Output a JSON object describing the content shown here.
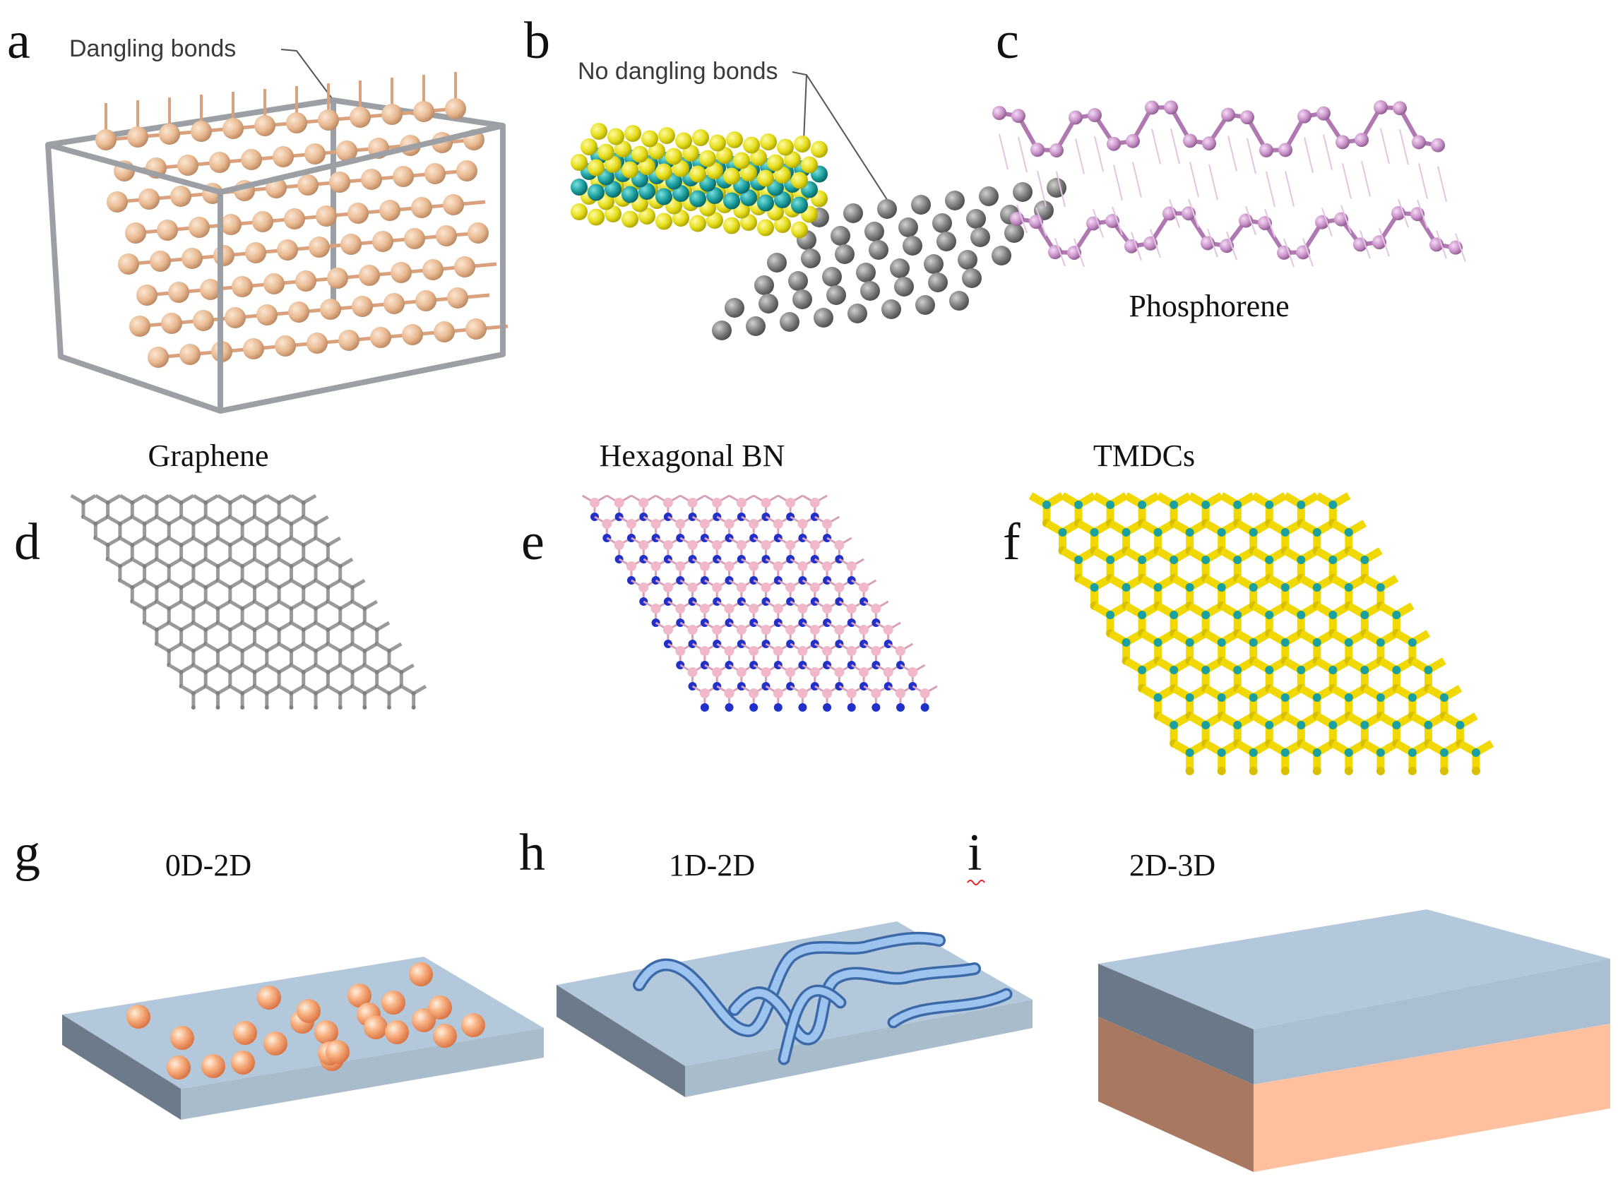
{
  "panels": {
    "a": {
      "letter": "a",
      "callout": "Dangling bonds"
    },
    "b": {
      "letter": "b",
      "callout": "No dangling bonds"
    },
    "c": {
      "letter": "c",
      "caption": "Phosphorene"
    },
    "d": {
      "letter": "d",
      "caption": "Graphene"
    },
    "e": {
      "letter": "e",
      "caption": "Hexagonal BN"
    },
    "f": {
      "letter": "f",
      "caption": "TMDCs"
    },
    "g": {
      "letter": "g",
      "caption": "0D-2D"
    },
    "h": {
      "letter": "h",
      "caption": "1D-2D"
    },
    "i": {
      "letter": "i",
      "caption": "2D-3D"
    }
  },
  "colors": {
    "atom_copper": "#e8b890",
    "frame": "#9ca0a4",
    "sulfur": "#e8e020",
    "metal_teal": "#1a9c9c",
    "atom_gray": "#7c7c7c",
    "phosphorus": "#c890c8",
    "graphene_bond": "#9a9a9a",
    "boron": "#f0b8c8",
    "nitrogen": "#2030c8",
    "tmdc_yellow": "#f0d800",
    "tmdc_teal": "#1aa0a0",
    "substrate_top": "#b4c8dc",
    "substrate_front": "#98aabb",
    "substrate_side": "#6c7a8a",
    "sphere_orange": "#f4a070",
    "bulk_front": "#ffc0a0",
    "bulk_side": "#a87860"
  }
}
